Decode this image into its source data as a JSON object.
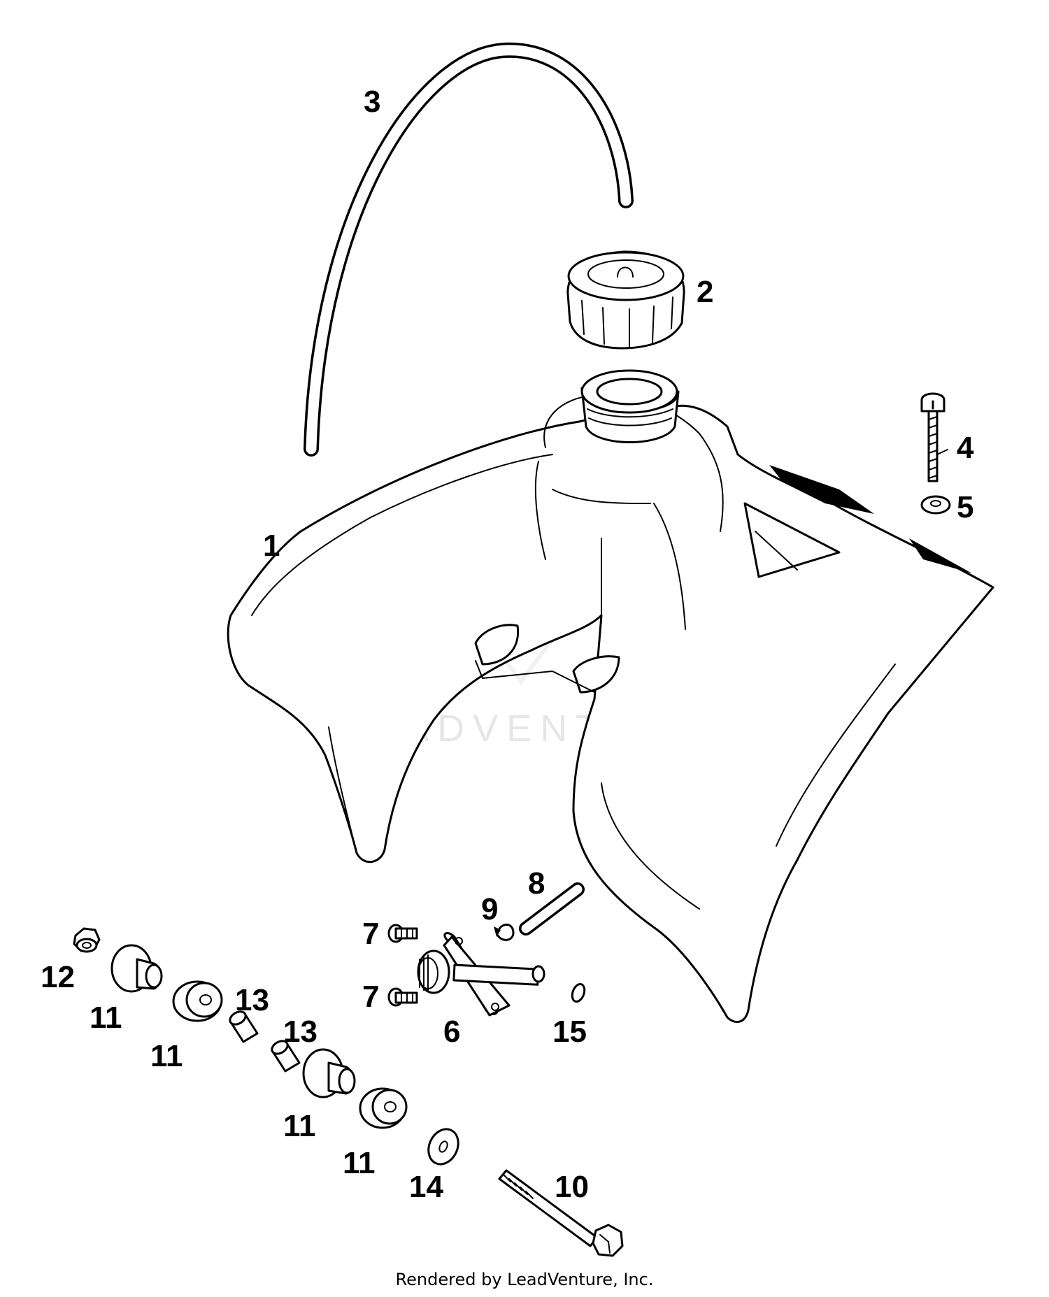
{
  "diagram": {
    "callouts": {
      "c1": "1",
      "c2": "2",
      "c3": "3",
      "c4": "4",
      "c5": "5",
      "c6": "6",
      "c7a": "7",
      "c7b": "7",
      "c8": "8",
      "c9": "9",
      "c10": "10",
      "c11a": "11",
      "c11b": "11",
      "c11c": "11",
      "c11d": "11",
      "c12": "12",
      "c13a": "13",
      "c13b": "13",
      "c14": "14",
      "c15": "15"
    },
    "watermark": "LEADVENTURE"
  },
  "footer": {
    "text": "Rendered by LeadVenture, Inc."
  }
}
